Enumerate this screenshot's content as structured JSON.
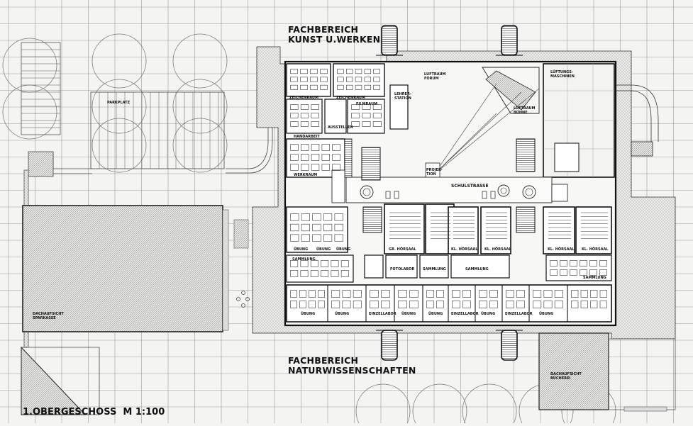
{
  "drawing": {
    "title": "1.OBERGESCHOSS  M 1:100",
    "heading_art": [
      "FACHBEREICH",
      "KUNST U.WERKEN"
    ],
    "heading_science": [
      "FACHBEREICH",
      "NATURWISSENSCHAFTEN"
    ]
  },
  "site": {
    "parking": "PARKPLATZ",
    "roof_savings_bank": [
      "DACHAUFSICHT",
      "SPARKASSE"
    ],
    "roof_library": [
      "DACHAUFSICHT",
      "BÜCHEREI"
    ]
  },
  "rooms": {
    "zeichenraum_1": "ZEICHENRAUM",
    "zeichenraum_2": "ZEICHENRAUM",
    "luftraum_forum": [
      "LUFTRAUM",
      "FORUM"
    ],
    "lueftungsmaschinen": [
      "LÜFTUNGS-",
      "MASCHINEN"
    ],
    "lehrer_station": [
      "LEHRER-",
      "STATION"
    ],
    "filmraum": "FILMRAUM",
    "luftraum_buehne": [
      "LUFTRAUM",
      "BÜHNE"
    ],
    "ausstellen": "AUSSTELLEN",
    "handarbeit": "HANDARBEIT",
    "werkraum": "WERKRAUM",
    "projektion": [
      "PROJEK-",
      "TION"
    ],
    "schulstrasse": "SCHULSTRASSE",
    "uebung_a": "ÜBUNG",
    "uebung_b": "ÜBUNG",
    "uebung_c": "ÜBUNG",
    "gr_hoersaal": "GR. HÖRSAAL",
    "kl_hoersaal_1": "KL. HÖRSAAL",
    "kl_hoersaal_2": "KL. HÖRSAAL",
    "kl_hoersaal_3": "KL. HÖRSAAL",
    "kl_hoersaal_4": "KL. HÖRSAAL",
    "sammlung_1": "SAMMLUNG",
    "sammlung_2": "SAMMLUNG",
    "sammlung_3": "SAMMLUNG",
    "sammlung_4": "SAMMLUNG",
    "fotolabor": "FOTOLABOR",
    "einzellabor_1": "EINZELLABOR",
    "einzellabor_2": "EINZELLABOR",
    "einzellabor_3": "EINZELLABOR",
    "uebung_s1": "ÜBUNG",
    "uebung_s2": "ÜBUNG",
    "uebung_s3": "ÜBUNG",
    "uebung_s4": "ÜBUNG",
    "uebung_s5": "ÜBUNG",
    "uebung_s6": "ÜBUNG"
  },
  "colors": {
    "ink": "#1a1a1a",
    "paper": "#f4f4f2",
    "grid": "#9a9a9a"
  }
}
